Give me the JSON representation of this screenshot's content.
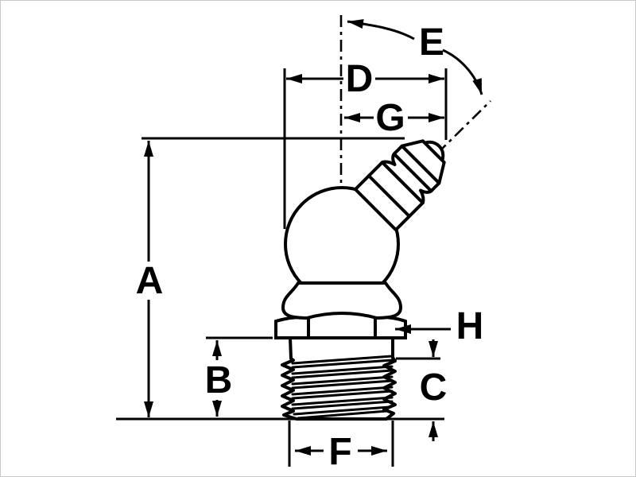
{
  "drawing": {
    "kind": "technical-dimension-diagram",
    "subject": "45-degree grease fitting with dimension callouts",
    "background_color": "#ffffff",
    "ink_color": "#000000"
  },
  "dimension_labels": {
    "A": "A",
    "B": "B",
    "C": "C",
    "D": "D",
    "E": "E",
    "F": "F",
    "G": "G",
    "H": "H"
  }
}
